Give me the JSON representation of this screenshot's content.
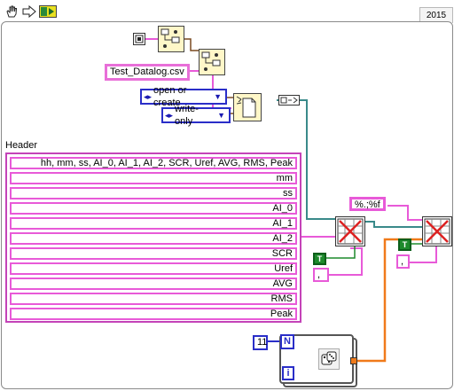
{
  "toolbar": {
    "run_icon": "hand-icon",
    "arrow_icon": "arrow-right-icon",
    "highlight_icon": "highlight-execution-icon"
  },
  "version_tab": "2015",
  "path_constant": "Test_Datalog.csv",
  "open_mode": "open or create",
  "access_mode": "write-only",
  "header_label": "Header",
  "header_items": [
    "hh, mm, ss, AI_0, AI_1, AI_2, SCR, Uref, AVG, RMS, Peak",
    "mm",
    "ss",
    "AI_0",
    "AI_1",
    "AI_2",
    "SCR",
    "Uref",
    "AVG",
    "RMS",
    "Peak"
  ],
  "format_string": "%.;%f",
  "bool_true_label": "T",
  "delimiter_1": ",",
  "delimiter_2": ",",
  "loop_count": "11",
  "loop_n_label": "N",
  "loop_i_label": "i",
  "colors": {
    "string_wire": "#e85ad8",
    "file_ref_wire": "#3a8a8a",
    "numeric_wire": "#2a2ec8",
    "double_wire": "#f07a1a",
    "bool_wire": "#1d8a2c"
  }
}
